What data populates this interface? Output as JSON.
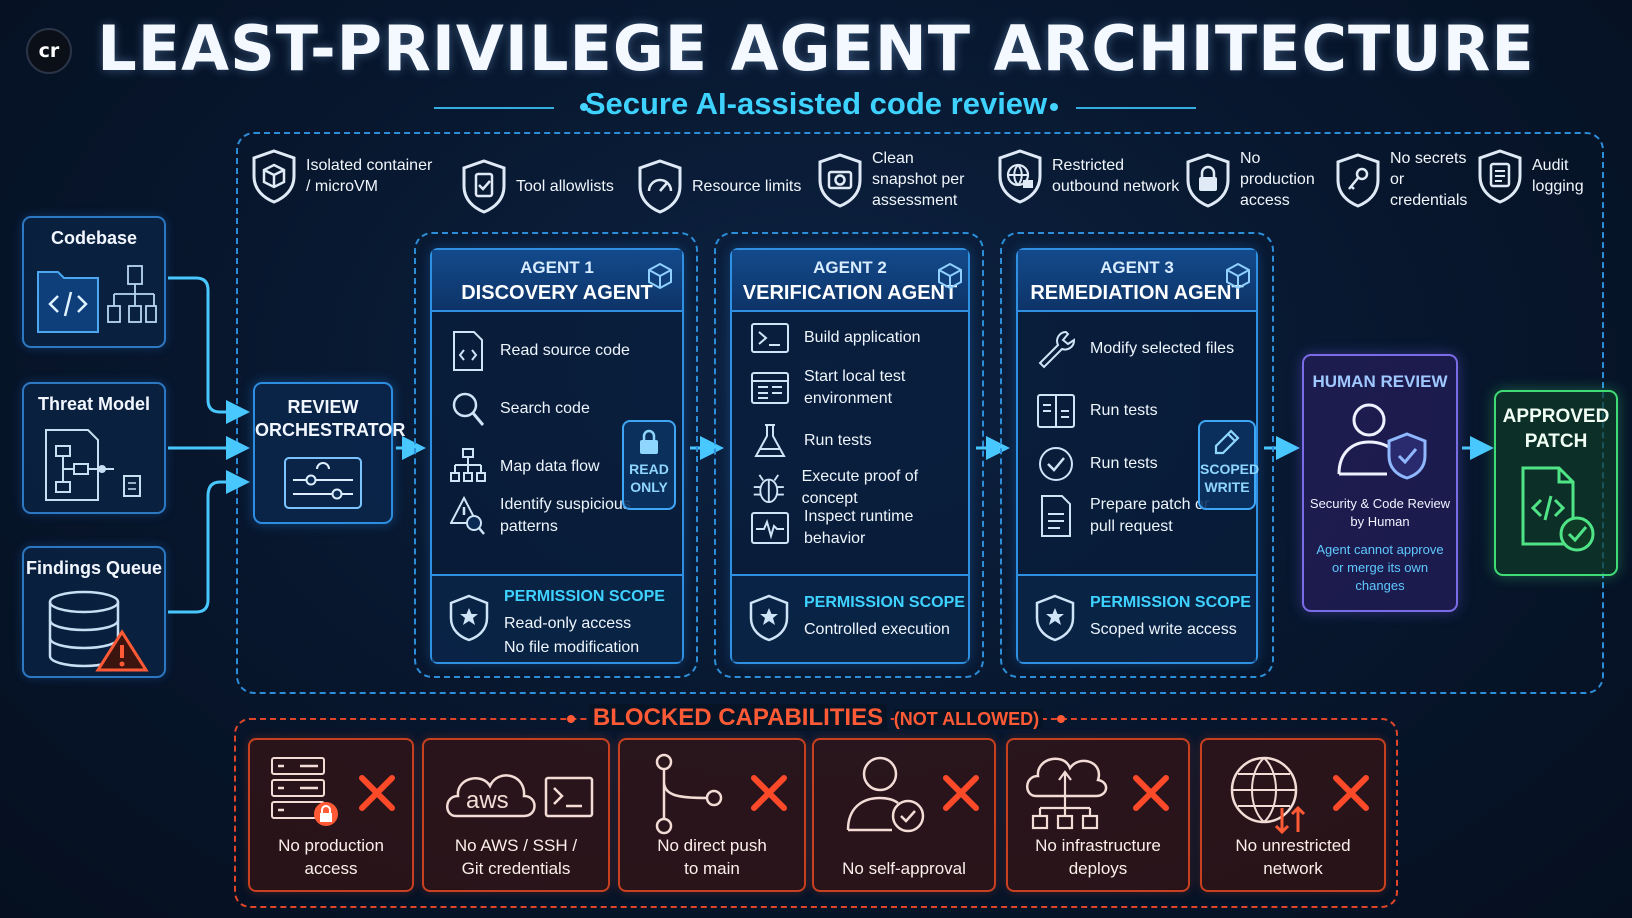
{
  "logo": {
    "text": "cr"
  },
  "title": "LEAST-PRIVILEGE AGENT ARCHITECTURE",
  "subtitle": "Secure AI-assisted code review",
  "controls": [
    {
      "label": "Isolated container / microVM",
      "icon": "cube-shield-icon"
    },
    {
      "label": "Tool allowlists",
      "icon": "clipboard-check-shield-icon"
    },
    {
      "label": "Resource limits",
      "icon": "gauge-shield-icon"
    },
    {
      "label": "Clean snapshot per assessment",
      "icon": "camera-shield-icon"
    },
    {
      "label": "Restricted outbound network",
      "icon": "globe-lock-icon"
    },
    {
      "label": "No production access",
      "icon": "lock-shield-icon"
    },
    {
      "label": "No secrets or credentials",
      "icon": "key-shield-icon"
    },
    {
      "label": "Audit logging",
      "icon": "log-shield-icon"
    }
  ],
  "inputs": [
    {
      "label": "Codebase",
      "icon": "code-folder-icon"
    },
    {
      "label": "Threat Model",
      "icon": "threat-model-icon"
    },
    {
      "label": "Findings Queue",
      "icon": "database-warning-icon"
    }
  ],
  "orchestrator": {
    "label_1": "REVIEW",
    "label_2": "ORCHESTRATOR"
  },
  "agents": [
    {
      "number": "AGENT 1",
      "title": "DISCOVERY AGENT",
      "items": [
        "Read source code",
        "Search code",
        "Map data flow",
        "Identify suspicious patterns"
      ],
      "badge_1": "READ",
      "badge_2": "ONLY",
      "perm_title": "PERMISSION SCOPE",
      "perm_line_1": "Read-only access",
      "perm_line_2": "No file modification"
    },
    {
      "number": "AGENT 2",
      "title": "VERIFICATION AGENT",
      "items": [
        "Build application",
        "Start local test environment",
        "Run tests",
        "Execute proof of concept",
        "Inspect runtime behavior"
      ],
      "perm_title": "PERMISSION SCOPE",
      "perm_line_1": "Controlled execution"
    },
    {
      "number": "AGENT 3",
      "title": "REMEDIATION AGENT",
      "items": [
        "Modify selected files",
        "Run tests",
        "Run tests",
        "Prepare patch or pull request"
      ],
      "badge_1": "SCOPED",
      "badge_2": "WRITE",
      "perm_title": "PERMISSION SCOPE",
      "perm_line_1": "Scoped write access"
    }
  ],
  "human_review": {
    "title": "HUMAN REVIEW",
    "line_1": "Security & Code Review",
    "line_2": "by Human",
    "note_1": "Agent cannot approve",
    "note_2": "or merge its own",
    "note_3": "changes"
  },
  "approved": {
    "label_1": "APPROVED",
    "label_2": "PATCH"
  },
  "blocked": {
    "title": "BLOCKED CAPABILITIES",
    "title_suffix": "(NOT ALLOWED)",
    "items": [
      {
        "line_1": "No production",
        "line_2": "access",
        "icon": "server-lock-icon"
      },
      {
        "line_1": "No AWS / SSH /",
        "line_2": "Git credentials",
        "icon": "aws-terminal-icon",
        "aws_text": "aws"
      },
      {
        "line_1": "No direct push",
        "line_2": "to main",
        "icon": "git-branch-icon"
      },
      {
        "line_1": "No self-approval",
        "line_2": "",
        "icon": "user-check-icon"
      },
      {
        "line_1": "No infrastructure",
        "line_2": "deploys",
        "icon": "cloud-network-icon"
      },
      {
        "line_1": "No unrestricted",
        "line_2": "network",
        "icon": "globe-arrows-icon"
      }
    ]
  },
  "colors": {
    "accent": "#3ed2ff",
    "panel_border": "#2f8fe0",
    "blocked": "#ff5a36",
    "human": "#7b6be6",
    "approved": "#3fdc76"
  }
}
